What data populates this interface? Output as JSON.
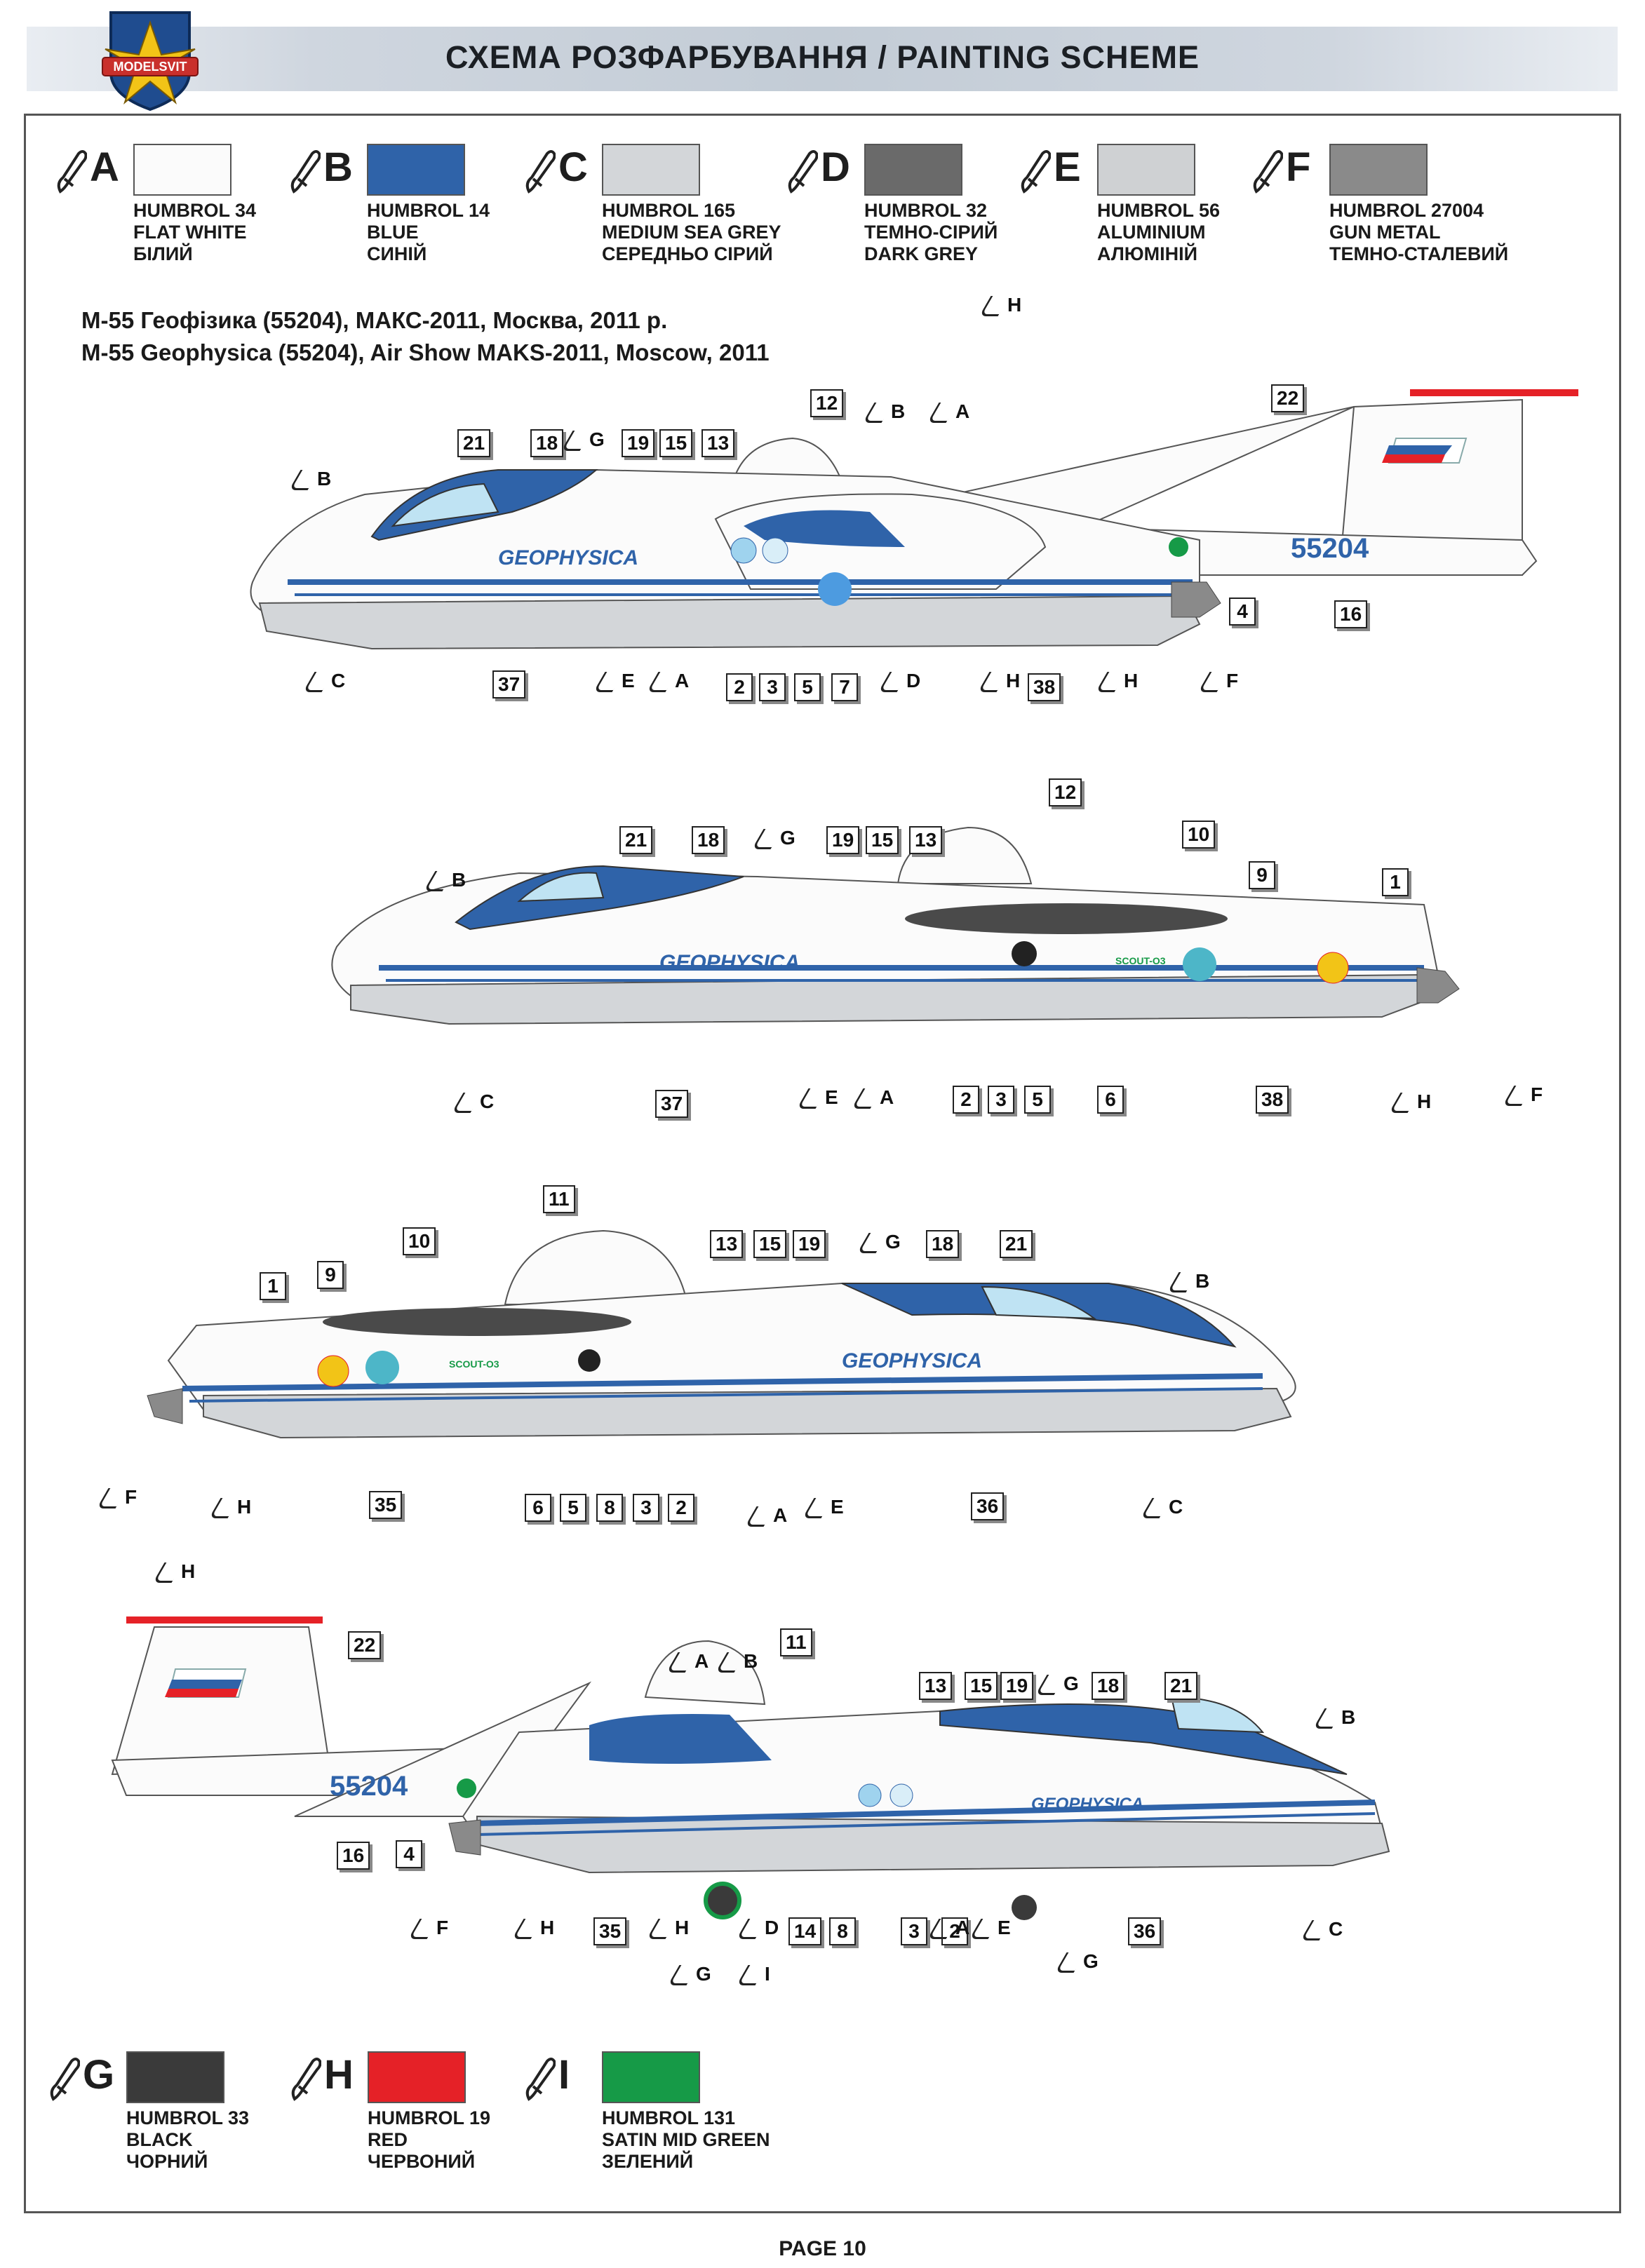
{
  "header": {
    "title": "СХЕМА РОЗФАРБУВАННЯ  / PAINTING  SCHEME",
    "logo_text": "MODELSVIT"
  },
  "colors_top": [
    {
      "letter": "A",
      "color": "#fbfbfb",
      "line1": "HUMBROL 34",
      "line2": "FLAT WHITE",
      "line3": "БІЛИЙ"
    },
    {
      "letter": "B",
      "color": "#2f63a9",
      "line1": "HUMBROL 14",
      "line2": "BLUE",
      "line3": "СИНІЙ"
    },
    {
      "letter": "C",
      "color": "#d3d6d9",
      "line1": "HUMBROL 165",
      "line2": "MEDIUM SEA GREY",
      "line3": "СЕРЕДНЬО СІРИЙ"
    },
    {
      "letter": "D",
      "color": "#6a6a6a",
      "line1": "HUMBROL 32",
      "line2": "ТЕМНО-СІРИЙ",
      "line3": "DARK GREY"
    },
    {
      "letter": "E",
      "color": "#cfd1d3",
      "line1": "HUMBROL 56",
      "line2": "ALUMINIUM",
      "line3": "АЛЮМІНІЙ"
    },
    {
      "letter": "F",
      "color": "#8a8a8a",
      "line1": "HUMBROL 27004",
      "line2": "GUN METAL",
      "line3": "ТЕМНО-СТАЛЕВИЙ"
    }
  ],
  "colors_bottom": [
    {
      "letter": "G",
      "color": "#3a3a3a",
      "line1": "HUMBROL 33",
      "line2": "BLACK",
      "line3": "ЧОРНИЙ"
    },
    {
      "letter": "H",
      "color": "#e52127",
      "line1": "HUMBROL 19",
      "line2": "RED",
      "line3": "ЧЕРВОНИЙ"
    },
    {
      "letter": "I",
      "color": "#169a47",
      "line1": "HUMBROL 131",
      "line2": "SATIN MID GREEN",
      "line3": "ЗЕЛЕНИЙ"
    }
  ],
  "aircraft": {
    "caption_uk": "М-55 Геофізика (55204), МАКС-2011, Москва, 2011 р.",
    "caption_en": "M-55 Geophysica (55204), Air Show MAKS-2011, Moscow, 2011",
    "fuselage_text": "GEOPHYSICA",
    "serial": "55204",
    "scout_text": "SCOUT-O3"
  },
  "views": {
    "view1": {
      "boxes": [
        "21",
        "18",
        "19",
        "15",
        "13",
        "12",
        "22",
        "4",
        "16",
        "37",
        "2",
        "3",
        "5",
        "7",
        "38"
      ],
      "brushes": [
        "B",
        "G",
        "B",
        "A",
        "H",
        "C",
        "E",
        "A",
        "D",
        "H",
        "H",
        "F"
      ]
    },
    "view2": {
      "boxes": [
        "21",
        "18",
        "19",
        "15",
        "13",
        "12",
        "10",
        "9",
        "1",
        "37",
        "2",
        "3",
        "5",
        "6",
        "38"
      ],
      "brushes": [
        "B",
        "G",
        "C",
        "E",
        "A",
        "H",
        "F"
      ]
    },
    "view3": {
      "boxes": [
        "11",
        "10",
        "9",
        "1",
        "13",
        "15",
        "19",
        "18",
        "21",
        "35",
        "6",
        "5",
        "8",
        "3",
        "2",
        "36"
      ],
      "brushes": [
        "G",
        "B",
        "F",
        "H",
        "A",
        "E",
        "C"
      ]
    },
    "view4": {
      "boxes": [
        "22",
        "11",
        "13",
        "15",
        "19",
        "18",
        "21",
        "16",
        "4",
        "35",
        "14",
        "8",
        "3",
        "2",
        "36"
      ],
      "brushes": [
        "H",
        "A",
        "B",
        "G",
        "B",
        "F",
        "H",
        "H",
        "D",
        "A",
        "E",
        "C",
        "G",
        "I",
        "G"
      ]
    }
  },
  "page_number": "PAGE 10"
}
